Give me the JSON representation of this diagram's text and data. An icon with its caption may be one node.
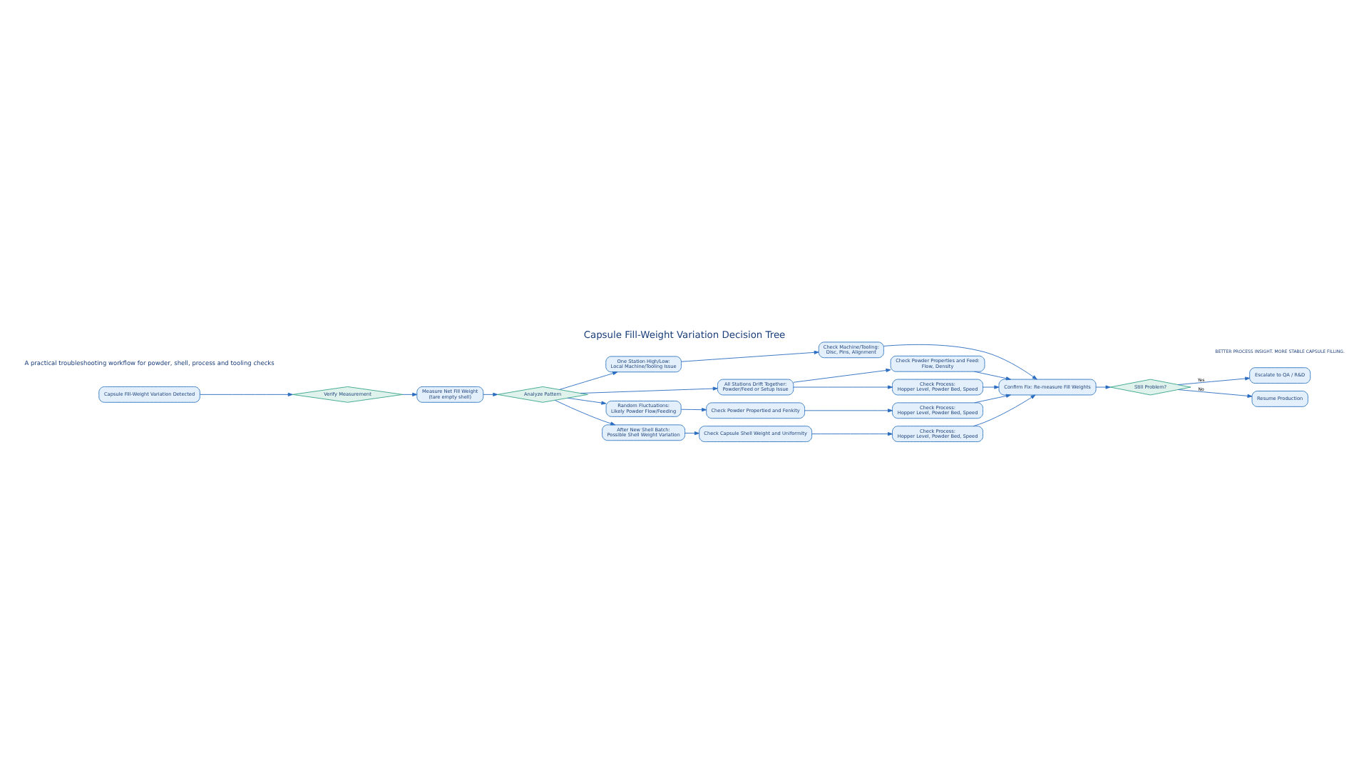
{
  "diagram": {
    "title": "Capsule Fill-Weight Variation Decision Tree",
    "nodes": [
      {
        "text": [
          "Capsule Fill-Weight Variation Detected"
        ]
      },
      {
        "text": [
          "Verify Measurement"
        ]
      },
      {
        "text": [
          "Measure Net Fill Weight",
          "(tare empty shell)"
        ]
      },
      {
        "text": [
          "Analyze Pattern"
        ]
      },
      {
        "text": [
          "One Station High/Low:",
          "Local Machine/Tooling Issue"
        ]
      },
      {
        "text": [
          "Check Machine/Tooling:",
          "Disc, Pins, Alignment"
        ]
      },
      {
        "text": [
          "All Stations Drift Together:",
          "Powder/Feed or Setup Issue"
        ]
      },
      {
        "text": [
          "Check Powder Properties and Feed:",
          "Flow, Density"
        ]
      },
      {
        "text": [
          "Check Process:",
          "Hopper Level, Powder Bed, Speed"
        ]
      },
      {
        "text": [
          "Random Fluctuations:",
          "Likely Powder Flow/Feeding"
        ]
      },
      {
        "text": [
          "Check Powder Propertied and Fenkity"
        ]
      },
      {
        "text": [
          "Check Process:",
          "Hopper Level, Powder Bed, Speed"
        ]
      },
      {
        "text": [
          "After New Shell Batch:",
          "Possible Shell Weight Variation"
        ]
      },
      {
        "text": [
          "Check Capsule Shell Weight and Uniformity"
        ]
      },
      {
        "text": [
          "Check Process:",
          "Hopper Level, Powder Bed, Speed"
        ]
      },
      {
        "text": [
          "Confirm Fix: Re-measure Fill Weights"
        ]
      },
      {
        "text": [
          "Still Problem?"
        ]
      },
      {
        "text": [
          "Escalate to QA / R&D"
        ]
      },
      {
        "text": [
          "Resume Production"
        ]
      }
    ],
    "edges": [
      {
        "from": 0,
        "to": 1,
        "arrow": "to"
      },
      {
        "from": 1,
        "to": 2,
        "arrow": "to"
      },
      {
        "from": 2,
        "to": 3,
        "arrow": "to"
      },
      {
        "from": 3,
        "to": 4,
        "arrow": "to"
      },
      {
        "from": 3,
        "to": 6,
        "arrow": "to"
      },
      {
        "from": 3,
        "to": 9,
        "arrow": "to"
      },
      {
        "from": 3,
        "to": 12,
        "arrow": "to"
      },
      {
        "from": 4,
        "to": 5,
        "arrow": "to"
      },
      {
        "from": 6,
        "to": 7,
        "arrow": "to"
      },
      {
        "from": 6,
        "to": 8,
        "arrow": "to"
      },
      {
        "from": 9,
        "to": 10,
        "arrow": "to"
      },
      {
        "from": 10,
        "to": 11,
        "arrow": "to"
      },
      {
        "from": 12,
        "to": 13,
        "arrow": "to"
      },
      {
        "from": 13,
        "to": 14,
        "arrow": "to"
      },
      {
        "from": 5,
        "to": 15,
        "arrow": "to"
      },
      {
        "from": 7,
        "to": 15,
        "arrow": "to"
      },
      {
        "from": 8,
        "to": 15,
        "arrow": "to"
      },
      {
        "from": 11,
        "to": 15,
        "arrow": "to"
      },
      {
        "from": 14,
        "to": 15,
        "arrow": "to"
      },
      {
        "from": 15,
        "to": 16,
        "arrow": "to"
      },
      {
        "from": 16,
        "to": 17,
        "label": "Yes",
        "arrow": "to"
      },
      {
        "from": 16,
        "to": 18,
        "label": "No",
        "arrow": "to"
      }
    ],
    "labels": [
      "A practical troubleshooting workflow for powder, shell, process and tooling checks",
      "BETTER PROCESS INSIGHT. MORE STABLE CAPSULE FILLING."
    ]
  }
}
